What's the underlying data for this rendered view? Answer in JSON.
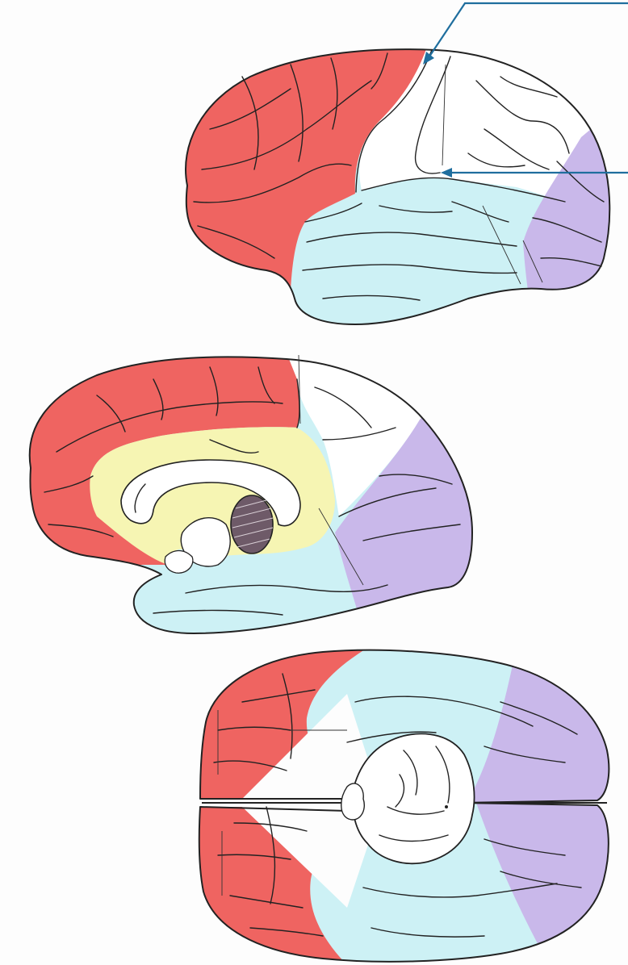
{
  "colors": {
    "frontal": "#ef6461",
    "parietal": "#ffffff",
    "temporal": "#cdf1f5",
    "occipital": "#c9b8ea",
    "limbic": "#f6f5b3",
    "callosum": "#ffffff",
    "section": "#6e5a68",
    "pointer": "#1f6e9e",
    "outline": "#222222",
    "background": "#fdfdfd"
  },
  "views": [
    "lateral",
    "medial",
    "inferior"
  ],
  "pointers": [
    {
      "id": "upper",
      "color": "#1f6e9e"
    },
    {
      "id": "lower",
      "color": "#1f6e9e"
    }
  ]
}
